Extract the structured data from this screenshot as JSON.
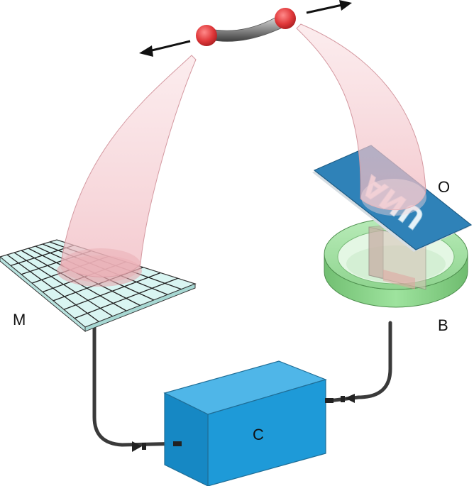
{
  "labels": {
    "mask": "O",
    "bucket": "B",
    "detector": "M",
    "controller": "C",
    "mask_text": "ANU"
  },
  "colors": {
    "beam": "#f5cfd3",
    "atom": "#e0383a",
    "detector_fill": "#d9f5f2",
    "mask_blue": "#2f82b8",
    "controller_blue": "#1e9ad8",
    "bucket_green": "#8ed48e",
    "cable": "#333333"
  },
  "icons": {
    "arrow_left": "arrow-left-icon",
    "arrow_right": "arrow-right-icon",
    "connector": "connector-icon"
  }
}
